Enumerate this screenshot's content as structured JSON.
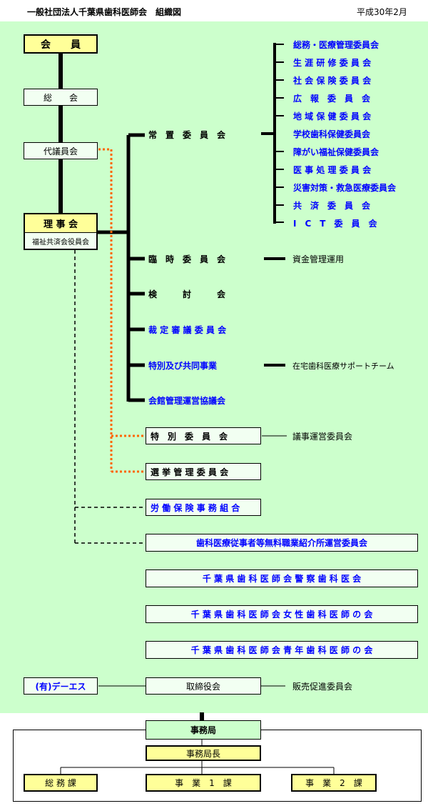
{
  "header": {
    "title": "一般社団法人千葉県歯科医師会　組織図",
    "date": "平成30年2月"
  },
  "left": {
    "members": "会　　員",
    "general_meeting": "総　　会",
    "delegates": "代議員会",
    "board": "理 事 会",
    "board_sub": "福祉共済会役員会"
  },
  "standing": {
    "label": "常　置　委　員　会",
    "committees": [
      "総務・医療管理委員会",
      "生 涯 研 修 委 員 会",
      "社 会 保 険 委 員 会",
      "広　報　委　員　会",
      "地 域 保 健 委 員 会",
      "学校歯科保健委員会",
      "障がい福祉保健委員会",
      "医 事 処 理 委 員 会",
      "災害対策・救急医療委員会",
      "共　済　委　員　会",
      "I　C　T　委　員　会"
    ]
  },
  "branches": {
    "temporary": "臨　時　委　員　会",
    "temporary_sub": "資金管理運用",
    "review": "検　　　討　　　会",
    "arbitration": "裁 定 審 議 委 員 会",
    "special_joint": "特別及び共同事業",
    "special_joint_sub": "在宅歯科医療サポートチーム",
    "hall": "会館管理運営協議会"
  },
  "boxes": {
    "special": "特　別　委　員　会",
    "special_sub": "議事運営委員会",
    "election": "選 挙 管 理 委 員 会",
    "labor": "労 働 保 険 事 務 組 合",
    "placement": "歯科医療従事者等無料職業紹介所運営委員会",
    "police": "千 葉 県 歯 科 医 師 会 警 察 歯 科 医 会",
    "women": "千 葉 県 歯 科 医 師 会 女 性 歯 科 医 師 の 会",
    "youth": "千 葉 県 歯 科 医 師 会 青 年 歯 科 医 師 の 会"
  },
  "company": {
    "name": "(有)デーエス",
    "directors": "取締役会",
    "sales": "販売促進委員会"
  },
  "office": {
    "bureau": "事務局",
    "chief": "事務局長",
    "sections": [
      "総 務 課",
      "事　業　1　課",
      "事　業　2　課"
    ]
  },
  "colors": {
    "background": "#ccffcc",
    "accent_blue": "#0000ff",
    "highlight_yellow": "#ffff99",
    "dotted_orange": "#ff6600"
  }
}
